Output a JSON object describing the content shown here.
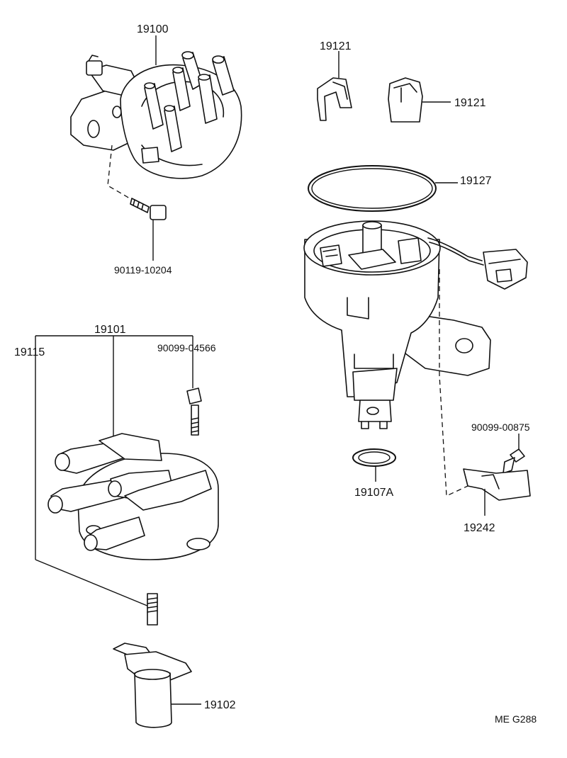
{
  "diagram": {
    "labels": {
      "distributor_assembly": "19100",
      "bolt_distributor": "90119-10204",
      "connector_clip_left": "19121",
      "connector_clip_right": "19121",
      "o_ring": "19127",
      "distributor_cap": "19101",
      "cap_kit": "19115",
      "cap_screw": "90099-04566",
      "rotor": "19102",
      "gasket": "19107A",
      "bracket_bolt": "90099-00875",
      "bracket": "19242",
      "diagram_code": "ME G288"
    }
  }
}
